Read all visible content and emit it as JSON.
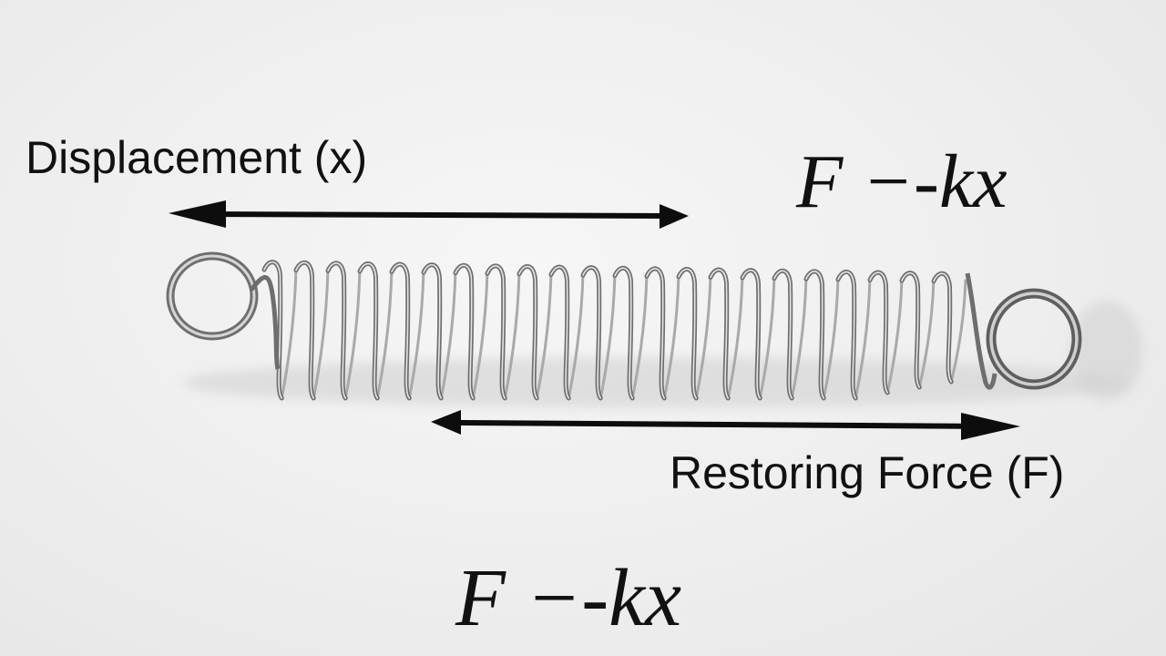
{
  "labels": {
    "displacement": "Displacement (x)",
    "restoring_force": "Restoring Force (F)"
  },
  "equations": {
    "top": "F −-kx",
    "bottom": "F −-kx"
  },
  "colors": {
    "background": "#efefef",
    "arrow": "#0d0d0d",
    "spring_dark": "#6e6e6e",
    "spring_light": "#e4e4e4"
  }
}
